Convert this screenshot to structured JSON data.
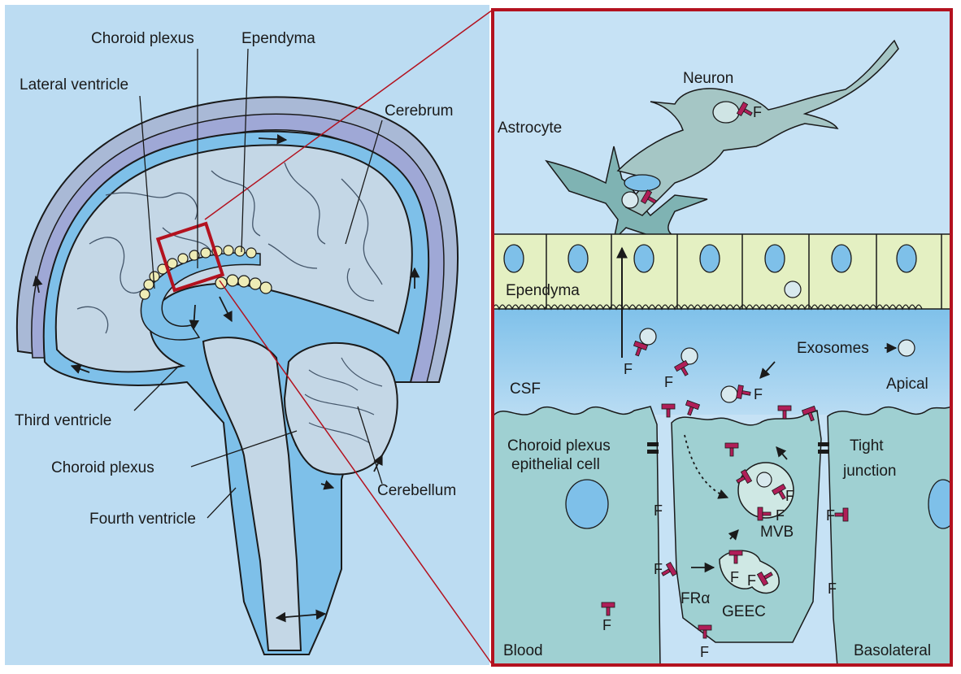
{
  "colors": {
    "background_left": "#bcdcf2",
    "background_right_top": "#c6e2f5",
    "skull": "#a9b9d6",
    "meninges": "#9fa8d6",
    "brain": "#c4d7e6",
    "csf": "#7ec0e9",
    "ependyma_cells": "#e4f0c2",
    "choroid_cells": "#9fd0d2",
    "inset_border": "#b3121f",
    "folate_receptor": "#b01e58",
    "outline": "#1a1a1a"
  },
  "left_panel": {
    "labels": {
      "choroid_plexus_top": "Choroid plexus",
      "ependyma": "Ependyma",
      "lateral_ventricle": "Lateral ventricle",
      "cerebrum": "Cerebrum",
      "third_ventricle": "Third ventricle",
      "choroid_plexus_bottom": "Choroid plexus",
      "fourth_ventricle": "Fourth ventricle",
      "cerebellum": "Cerebellum"
    },
    "icons": [
      "zoom-box-icon",
      "csf-flow-arrow-icon"
    ]
  },
  "right_panel": {
    "labels": {
      "neuron": "Neuron",
      "astrocyte": "Astrocyte",
      "ependyma": "Ependyma",
      "exosomes": "Exosomes",
      "csf": "CSF",
      "apical": "Apical",
      "choroid_plexus_epithelial_cell_line1": "Choroid plexus",
      "choroid_plexus_epithelial_cell_line2": "epithelial cell",
      "tight_junction_line1": "Tight",
      "tight_junction_line2": "junction",
      "mvb": "MVB",
      "fr_alpha": "FRα",
      "geec": "GEEC",
      "blood": "Blood",
      "basolateral": "Basolateral",
      "folate": "F"
    },
    "icons": [
      "folate-receptor-icon",
      "exosome-icon",
      "nucleus-icon",
      "tight-junction-icon"
    ]
  }
}
